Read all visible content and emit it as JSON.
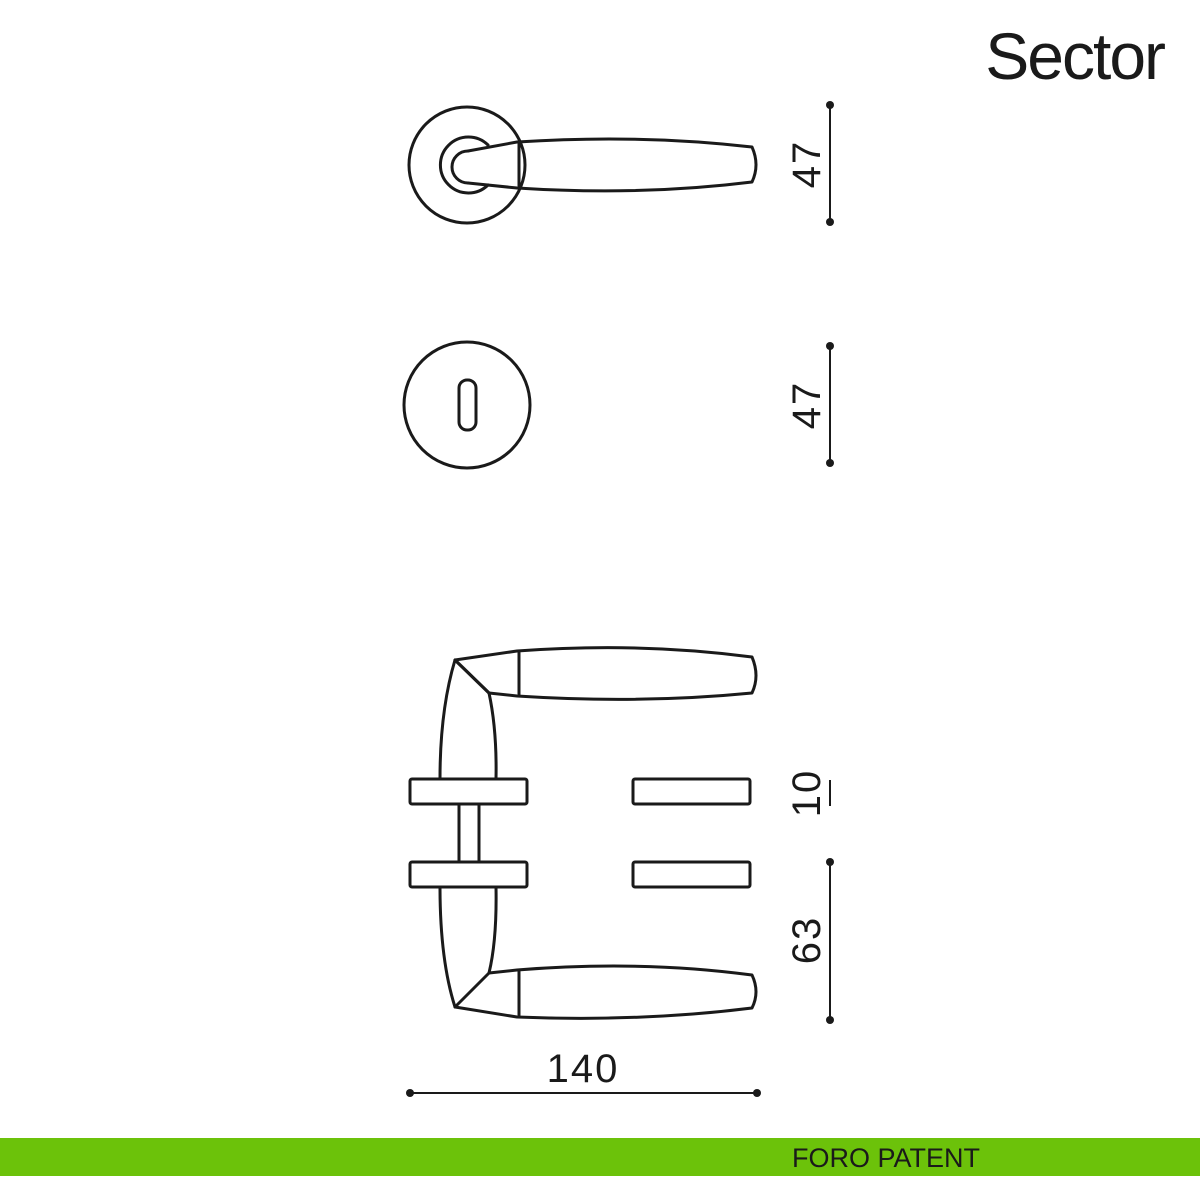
{
  "title": "Sector",
  "footer": {
    "label": "FORO PATENT",
    "color": "#6cc20a"
  },
  "dimensions": {
    "handle_rose_diameter": "47",
    "key_rose_diameter": "47",
    "rose_thickness": "10",
    "handle_projection": "63",
    "handle_length": "140"
  }
}
